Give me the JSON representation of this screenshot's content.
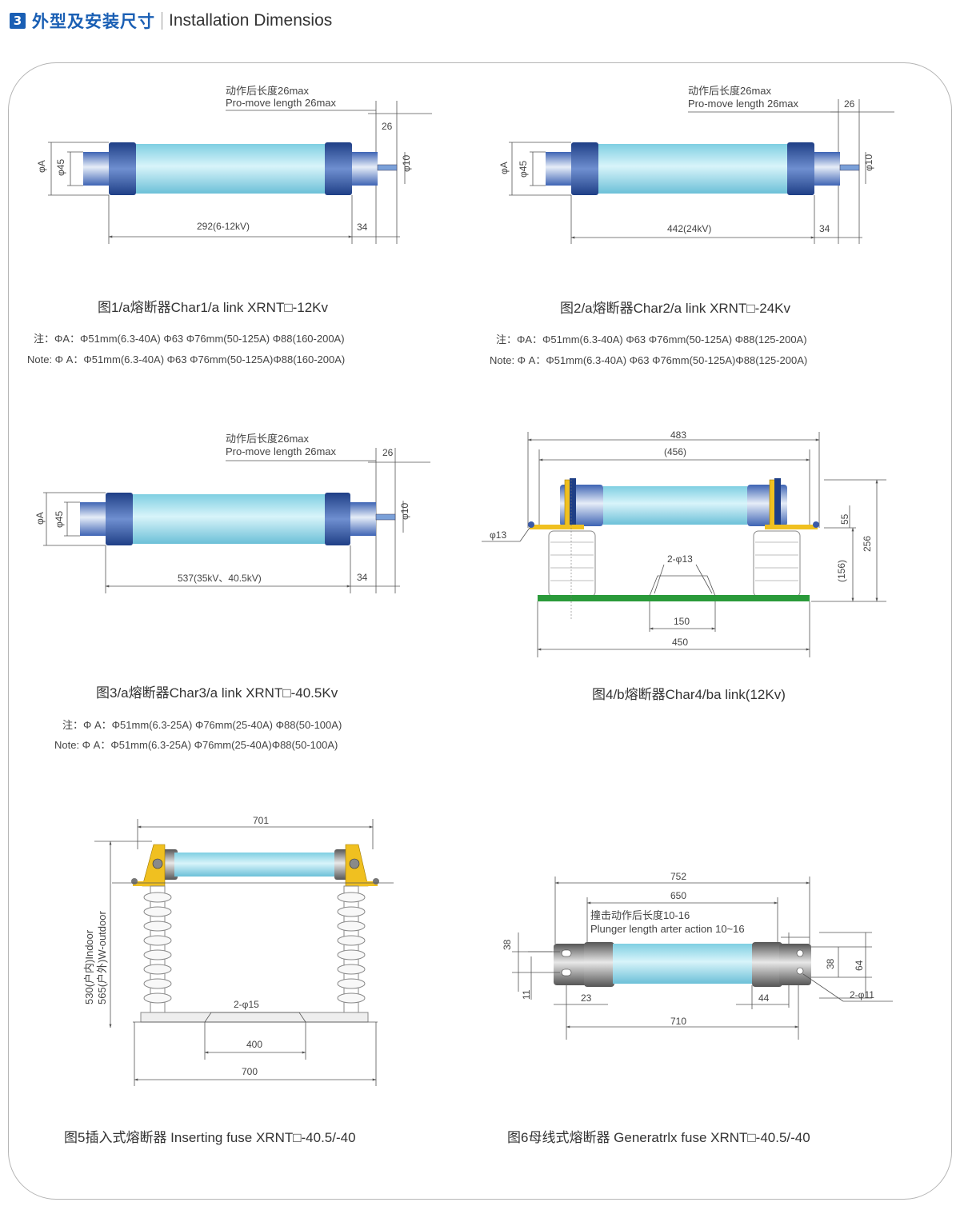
{
  "header": {
    "badge": "3",
    "title_cn": "外型及安装尺寸",
    "title_en": "Installation Dimensios"
  },
  "colors": {
    "accent": "#1a5fb4",
    "tube": "#a8e4f0",
    "cap_blue": "#2e57a8",
    "yellow": "#f0c020",
    "green": "#2a9a3a"
  },
  "fig1": {
    "pro_cn": "动作后长度26max",
    "pro_en": "Pro-move length 26max",
    "d26": "26",
    "phi10": "φ10",
    "phiA": "φA",
    "phi45": "φ45",
    "len": "292(6-12kV)",
    "d34": "34",
    "caption": "图1/a熔断器Char1/a link  XRNT□-12Kv",
    "note_cn": "注：ΦA：Φ51mm(6.3-40A) Φ63  Φ76mm(50-125A) Φ88(160-200A)",
    "note_en": "Note:  Φ A：Φ51mm(6.3-40A) Φ63  Φ76mm(50-125A)Φ88(160-200A)"
  },
  "fig2": {
    "pro_cn": "动作后长度26max",
    "pro_en": "Pro-move length 26max",
    "d26": "26",
    "phi10": "φ10",
    "phiA": "φA",
    "phi45": "φ45",
    "len": "442(24kV)",
    "d34": "34",
    "caption": "图2/a熔断器Char2/a link  XRNT□-24Kv",
    "note_cn": "注：ΦA：Φ51mm(6.3-40A) Φ63  Φ76mm(50-125A) Φ88(125-200A)",
    "note_en": "Note:  Φ A：Φ51mm(6.3-40A) Φ63  Φ76mm(50-125A)Φ88(125-200A)"
  },
  "fig3": {
    "pro_cn": "动作后长度26max",
    "pro_en": "Pro-move length 26max",
    "d26": "26",
    "phi10": "φ10",
    "phiA": "φA",
    "phi45": "φ45",
    "len": "537(35kV、40.5kV)",
    "d34": "34",
    "caption": "图3/a熔断器Char3/a link  XRNT□-40.5Kv",
    "note_cn": "注：Φ A：Φ51mm(6.3-25A) Φ76mm(25-40A) Φ88(50-100A)",
    "note_en": "Note:  Φ A：Φ51mm(6.3-25A)  Φ76mm(25-40A)Φ88(50-100A)"
  },
  "fig4": {
    "d483": "483",
    "d456": "(456)",
    "phi13": "φ13",
    "holes": "2-φ13",
    "d55": "55",
    "d256": "256",
    "d156": "(156)",
    "d150": "150",
    "d450": "450",
    "caption": "图4/b熔断器Char4/ba link(12Kv)"
  },
  "fig5": {
    "d701": "701",
    "height_cn": "530(户内)Indoor",
    "height_en": "565(户外)W-outdoor",
    "holes": "2-φ15",
    "d400": "400",
    "d700": "700",
    "caption": "图5插入式熔断器 Inserting fuse  XRNT□-40.5/-40"
  },
  "fig6": {
    "d752": "752",
    "d650": "650",
    "plunger_cn": "撞击动作后长度10-16",
    "plunger_en": "Plunger length arter action 10~16",
    "d38a": "38",
    "d11": "11",
    "d23": "23",
    "d44": "44",
    "d38b": "38",
    "d64": "64",
    "holes": "2-φ11",
    "d710": "710",
    "caption": "图6母线式熔断器 Generatrlx fuse  XRNT□-40.5/-40"
  }
}
